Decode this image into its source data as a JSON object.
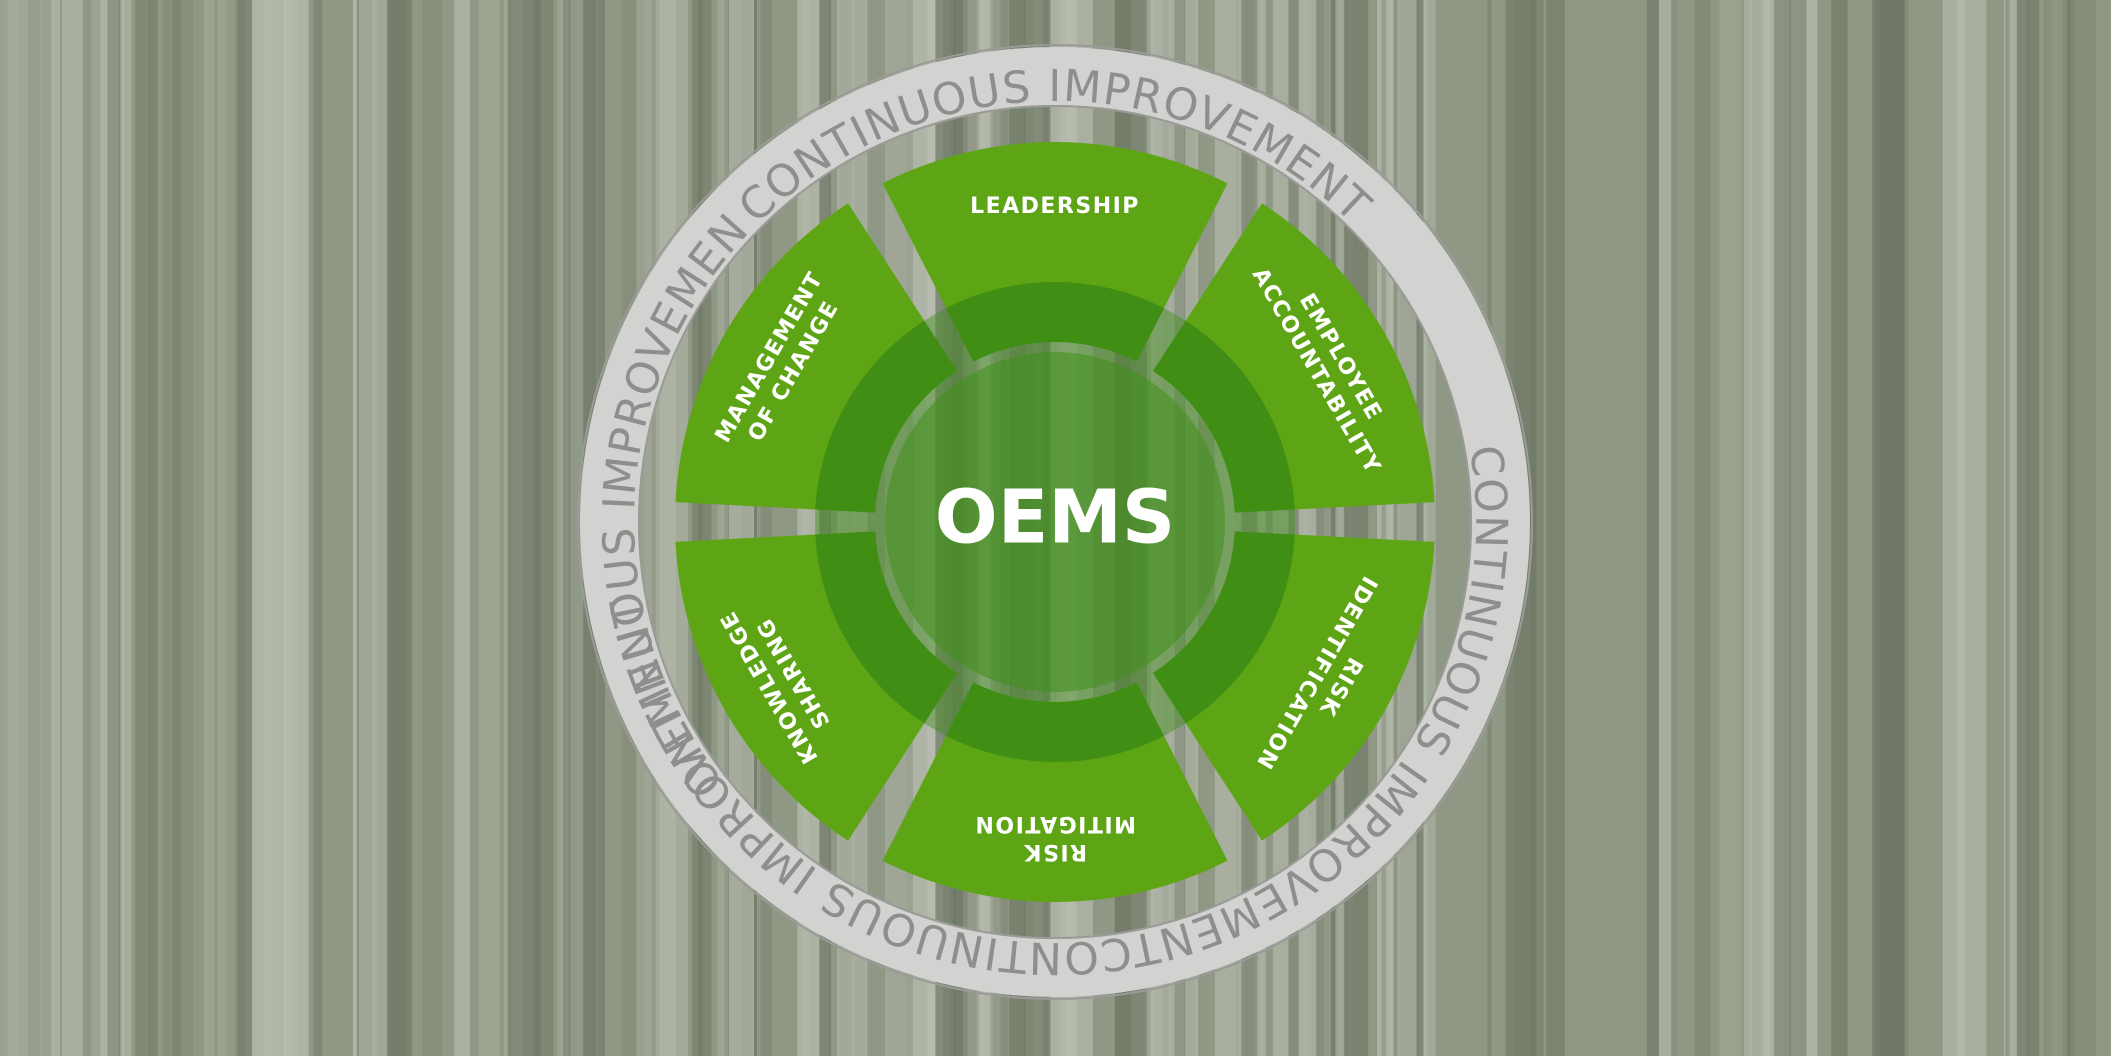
{
  "diagram": {
    "center_label": "OEMS",
    "ring_label": "CONTINUOUS IMPROVEMENT",
    "segments": [
      {
        "lines": [
          "LEADERSHIP"
        ]
      },
      {
        "lines": [
          "EMPLOYEE",
          "ACCOUNTABILITY"
        ]
      },
      {
        "lines": [
          "RISK",
          "IDENTIFICATION"
        ]
      },
      {
        "lines": [
          "RISK",
          "MITIGATION"
        ]
      },
      {
        "lines": [
          "KNOWLEDGE",
          "SHARING"
        ]
      },
      {
        "lines": [
          "MANAGEMENT",
          "OF CHANGE"
        ]
      }
    ]
  },
  "colors": {
    "background": "#8f9884",
    "trunk_light": "#b7bcae",
    "trunk_dark": "#6f7866",
    "ring_fill": "#d2d2d0",
    "ring_edge": "#9a9a98",
    "ring_text": "#8e8e8c",
    "segment_green": "#5da514",
    "segment_dark_green": "#3f8a12",
    "center_disc": "#3f8f1a",
    "label_white": "#ffffff"
  },
  "icons": [
    "forest-background"
  ]
}
